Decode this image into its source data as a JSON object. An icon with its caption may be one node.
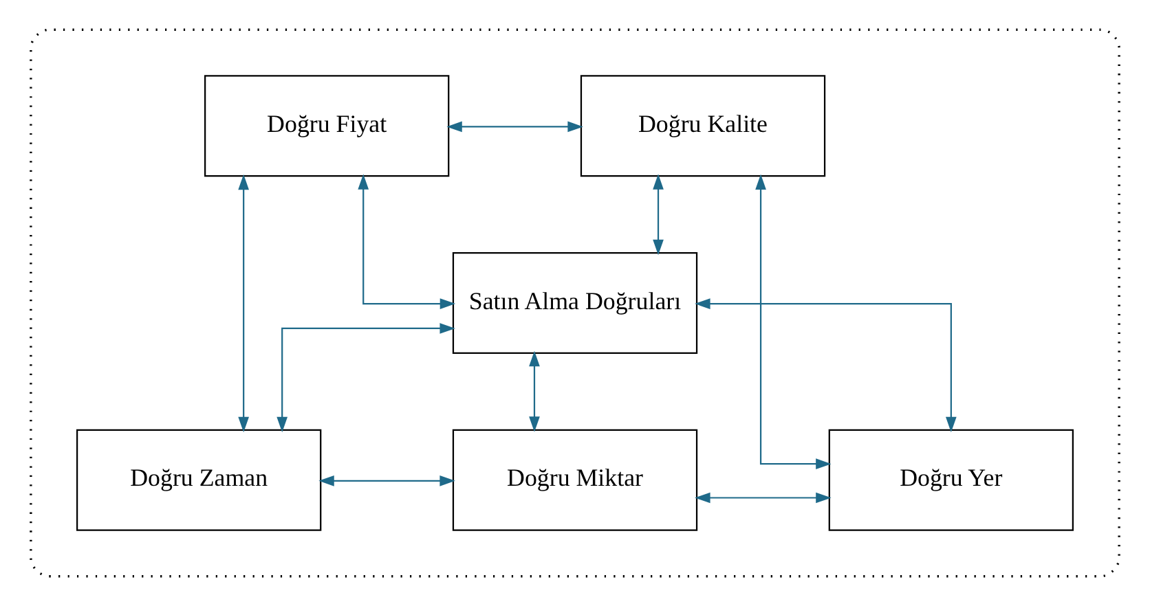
{
  "diagram": {
    "nodes": [
      {
        "text": [],
        "shape": "ellipse"
      },
      {
        "text": [
          "Doğru Fiyat"
        ],
        "in": 0
      },
      {
        "text": [
          "Doğru Kalite"
        ],
        "in": 0
      },
      {
        "text": [
          "Satın Alma Doğruları"
        ],
        "in": 0
      },
      {
        "text": [
          "Doğru Zaman"
        ],
        "in": 0
      },
      {
        "text": [
          "Doğru Miktar"
        ],
        "in": 0
      },
      {
        "text": [
          "Doğru Yer"
        ],
        "in": 0
      }
    ],
    "edges": [
      {
        "from": 1,
        "to": 2,
        "arrow": "both"
      },
      {
        "from": 1,
        "to": 4,
        "arrow": "both"
      },
      {
        "from": 2,
        "to": 6,
        "arrow": "both"
      },
      {
        "from": 3,
        "to": 1,
        "arrow": "both"
      },
      {
        "from": 3,
        "to": 2,
        "arrow": "both"
      },
      {
        "from": 3,
        "to": 4,
        "arrow": "both"
      },
      {
        "from": 3,
        "to": 6,
        "arrow": "both"
      },
      {
        "from": 3,
        "to": 5,
        "arrow": "both"
      },
      {
        "from": 4,
        "to": 5,
        "arrow": "both"
      },
      {
        "from": 5,
        "to": 6,
        "arrow": "both"
      }
    ]
  }
}
